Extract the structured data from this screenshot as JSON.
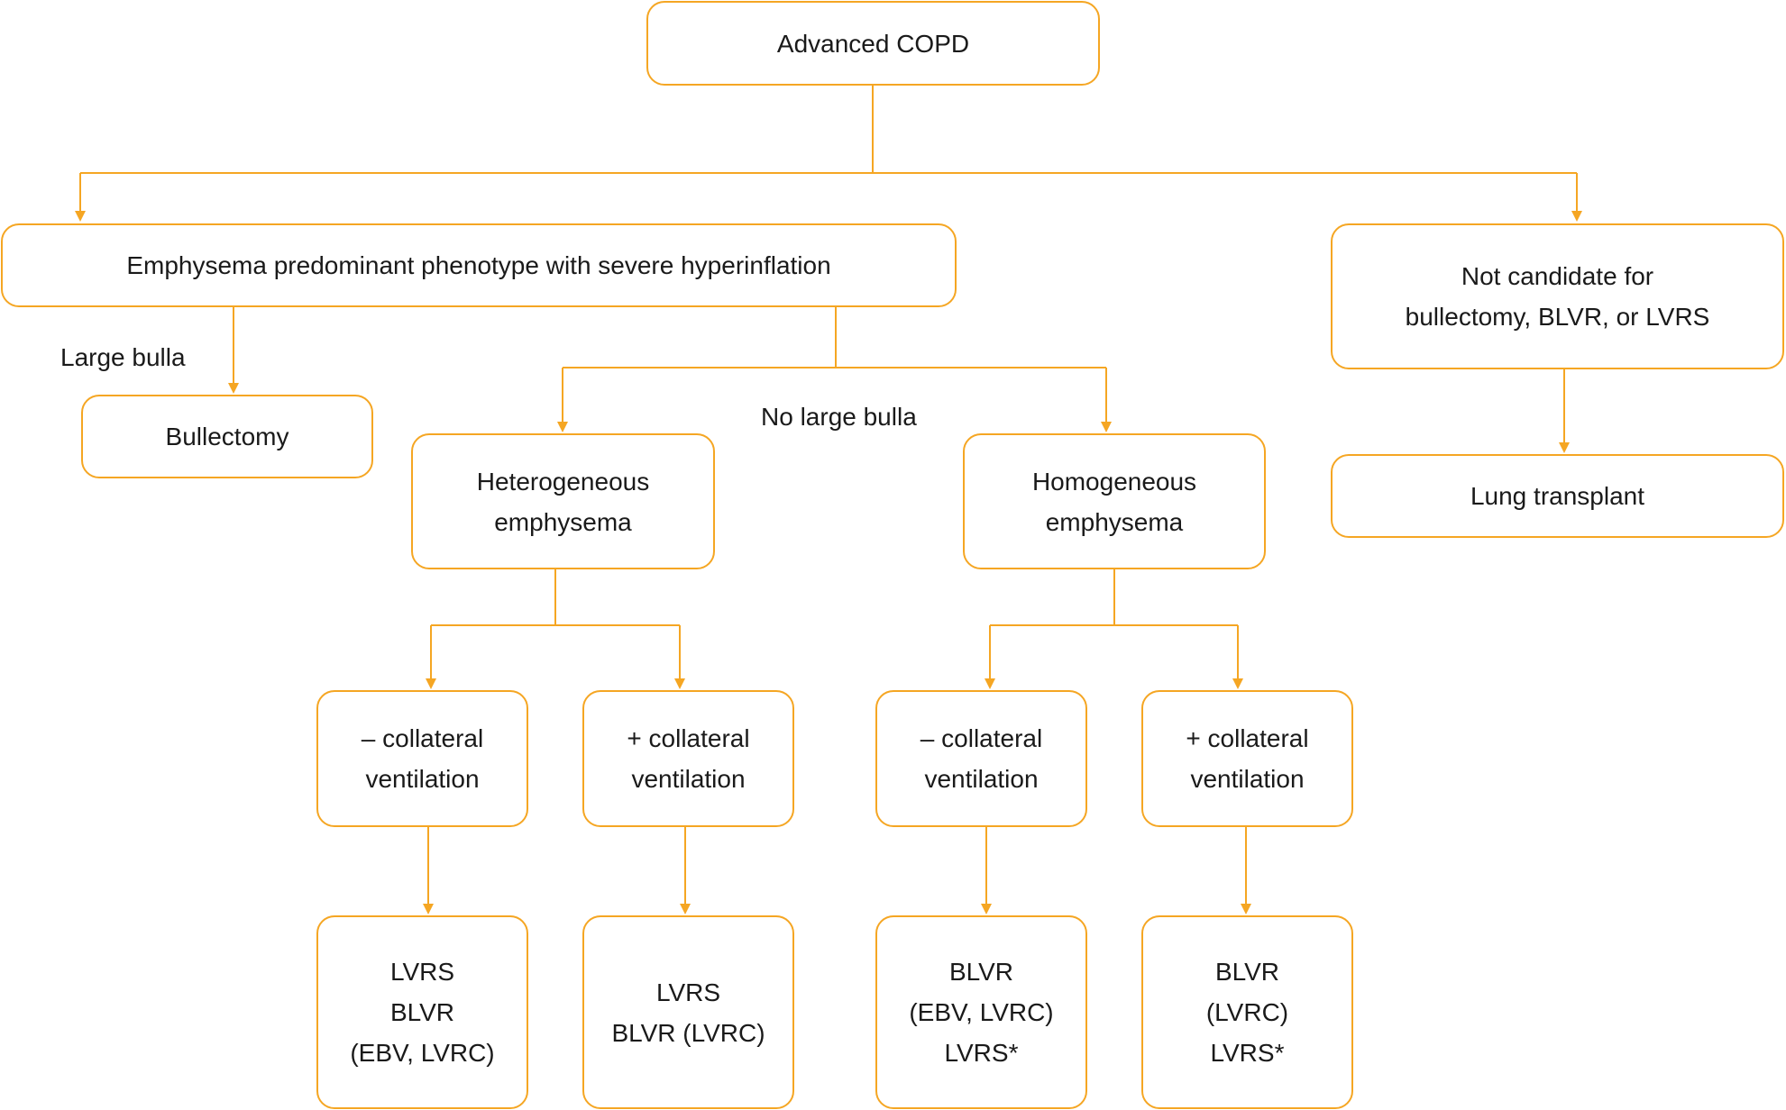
{
  "colors": {
    "connector": "#F5A623",
    "box_border": "#F5A623",
    "text": "#1a1a1a"
  },
  "nodes": {
    "advanced_copd": [
      "Advanced COPD"
    ],
    "emphysema_predominant": [
      "Emphysema predominant phenotype with severe hyperinflation"
    ],
    "not_candidate": [
      "Not candidate for",
      "bullectomy, BLVR, or LVRS"
    ],
    "bullectomy": [
      "Bullectomy"
    ],
    "lung_transplant": [
      "Lung transplant"
    ],
    "heterogeneous": [
      "Heterogeneous",
      "emphysema"
    ],
    "homogeneous": [
      "Homogeneous",
      "emphysema"
    ],
    "het_neg_cv": [
      "– collateral",
      "ventilation"
    ],
    "het_pos_cv": [
      "+ collateral",
      "ventilation"
    ],
    "hom_neg_cv": [
      "– collateral",
      "ventilation"
    ],
    "hom_pos_cv": [
      "+ collateral",
      "ventilation"
    ],
    "het_neg_tx": [
      "LVRS",
      "BLVR",
      "(EBV, LVRC)"
    ],
    "het_pos_tx": [
      "LVRS",
      "BLVR (LVRC)"
    ],
    "hom_neg_tx": [
      "BLVR",
      "(EBV, LVRC)",
      "LVRS*"
    ],
    "hom_pos_tx": [
      "BLVR",
      "(LVRC)",
      "LVRS*"
    ]
  },
  "edge_labels": {
    "large_bulla": "Large bulla",
    "no_large_bulla": "No large bulla"
  }
}
